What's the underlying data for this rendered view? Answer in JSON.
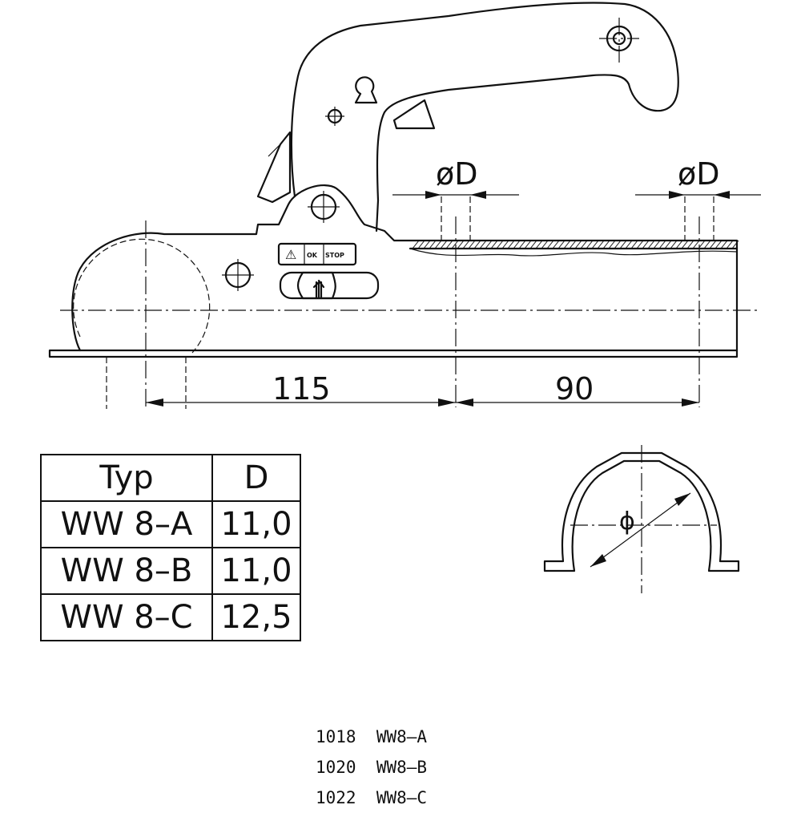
{
  "dimensions": {
    "length_a": "115",
    "length_b": "90",
    "diameter_left": "øD",
    "diameter_right": "øD",
    "section_symbol": "ϕ"
  },
  "labels": {
    "warning": "⚠",
    "ok": "OK",
    "stop": "STOP"
  },
  "table": {
    "headers": [
      "Typ",
      "D"
    ],
    "rows": [
      [
        "WW 8–A",
        "11,0"
      ],
      [
        "WW 8–B",
        "11,0"
      ],
      [
        "WW 8–C",
        "12,5"
      ]
    ]
  },
  "parts": [
    "1018  WW8–A",
    "1020  WW8–B",
    "1022  WW8–C"
  ]
}
